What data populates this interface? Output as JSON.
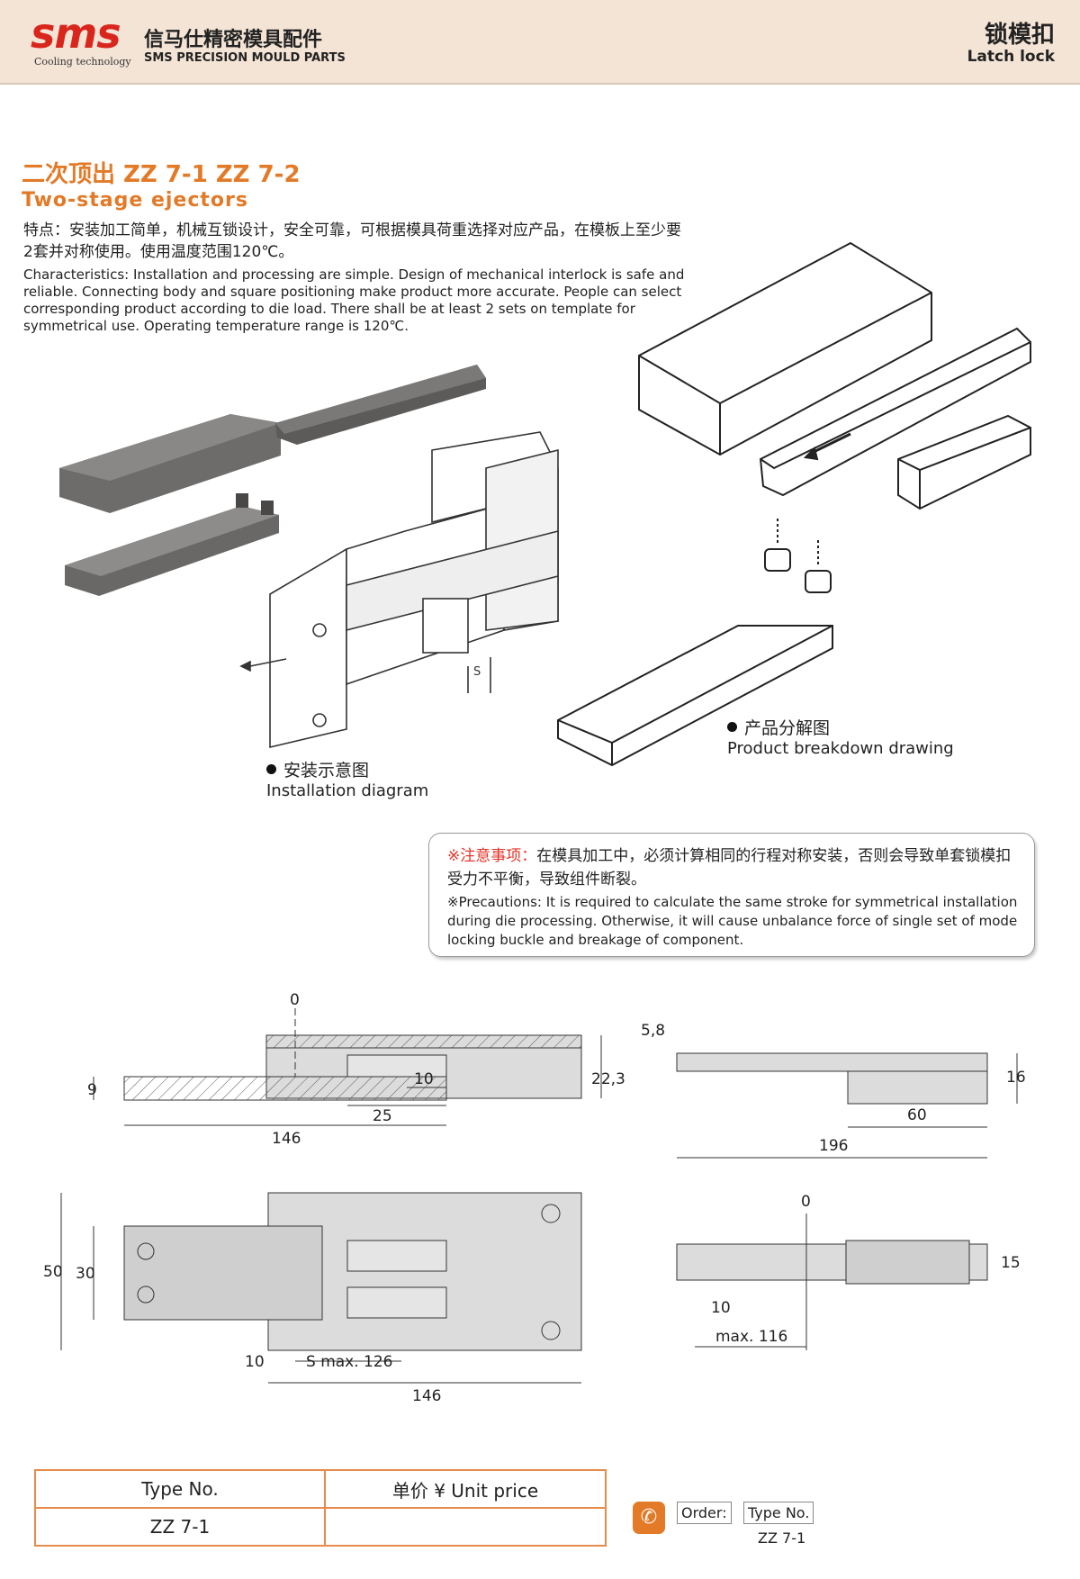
{
  "header": {
    "logo": "sms",
    "logo_sub": "Cooling technology",
    "company_cn": "信马仕精密模具配件",
    "company_en": "SMS PRECISION MOULD PARTS",
    "category_cn": "锁模扣",
    "category_en": "Latch lock"
  },
  "title": {
    "cn": "二次顶出  ZZ 7-1  ZZ 7-2",
    "en": "Two-stage ejectors"
  },
  "features": {
    "cn": "特点：安装加工简单，机械互锁设计，安全可靠，可根据模具荷重选择对应产品，在模板上至少要2套并对称使用。使用温度范围120℃。",
    "en": "Characteristics: Installation and processing are simple. Design of mechanical interlock is safe and reliable. Connecting body and square positioning make product more accurate. People can select corresponding product according to die load. There shall be at least 2 sets on template for symmetrical use. Operating temperature range is 120℃."
  },
  "captions": {
    "breakdown_cn": "产品分解图",
    "breakdown_en": "Product breakdown drawing",
    "install_cn": "安装示意图",
    "install_en": "Installation diagram",
    "s_label": "S"
  },
  "note": {
    "head_cn": "※注意事项：",
    "body_cn": "在模具加工中，必须计算相同的行程对称安装，否则会导致单套锁模扣受力不平衡，导致组件断裂。",
    "en": "※Precautions: It is required to calculate the same stroke for symmetrical installation during die processing. Otherwise, it will cause unbalance force of single set of mode locking buckle and breakage of component."
  },
  "dims": {
    "d0a": "0",
    "d9": "9",
    "d22_3": "22,3",
    "d10a": "10",
    "d25": "25",
    "d146a": "146",
    "d5_8": "5,8",
    "d16": "16",
    "d60": "60",
    "d196": "196",
    "d50": "50",
    "d30": "30",
    "d10b": "10",
    "smax": "S max. 126",
    "d146b": "146",
    "d0b": "0",
    "d15": "15",
    "d10c": "10",
    "max116": "max. 116"
  },
  "table": {
    "col1_header": "Type No.",
    "col2_header": "单价 ¥ Unit price",
    "rows": [
      {
        "type": "ZZ 7-1",
        "price": ""
      }
    ]
  },
  "order": {
    "label": "Order:",
    "type_label": "Type No.",
    "type_value": "ZZ 7-1"
  },
  "colors": {
    "accent": "#e27a28",
    "brand_red": "#d9261c",
    "header_bg": "#f4e4d6",
    "note_red": "#e3342a"
  }
}
